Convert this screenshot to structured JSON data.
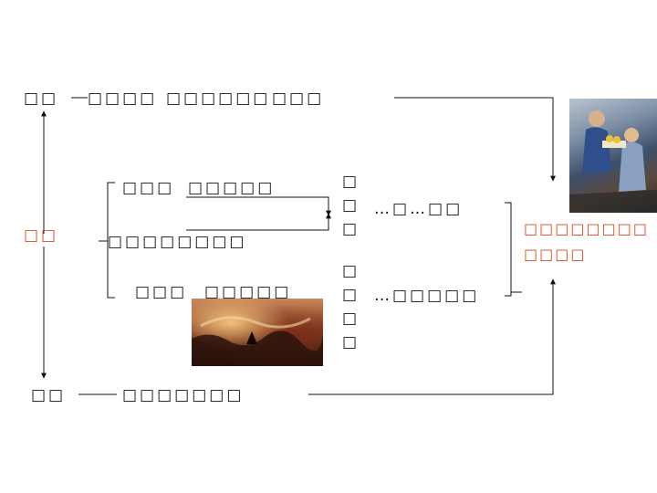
{
  "top_row": {
    "node": "□□",
    "text_a": "□□□□",
    "text_b": "□□□□□□",
    "text_c": "□□□"
  },
  "center": {
    "node": "□□",
    "color": "#d94a1e"
  },
  "bottom_row": {
    "node": "□□",
    "text": "□□□□□□□"
  },
  "branches": [
    {
      "prefix": "□□□",
      "text": "□□□□□"
    },
    {
      "text": "□□□□□□□□"
    },
    {
      "prefix": "□□□",
      "text": "□□□□□"
    }
  ],
  "vertical_labels": {
    "upper": "□\n□\n□",
    "lower": "□\n□\n□\n□"
  },
  "middle_results": {
    "upper": "…□…□□",
    "lower": "…□□□□□"
  },
  "conclusion": {
    "line1": "□□□□□□□□",
    "line2": "□□□□",
    "color": "#d94a1e"
  },
  "images": {
    "right": "family-illustration",
    "storm": "stormy-sea-painting"
  }
}
